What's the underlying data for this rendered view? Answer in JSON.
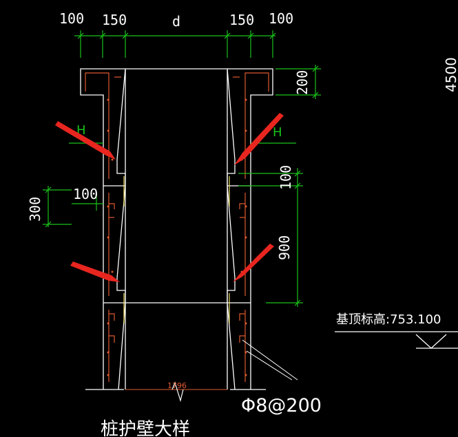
{
  "drawing": {
    "top_dims": [
      "100",
      "150",
      "d",
      "150",
      "100"
    ],
    "right_dims": {
      "cap_height": "200",
      "joint": "100",
      "segment": "900"
    },
    "left_dims": {
      "overlap": "300",
      "joint": "100"
    },
    "level_marks": [
      "H",
      "H"
    ],
    "elevation_label": "基顶标高:753.100",
    "rebar_label": "Φ8@200",
    "bottom_dim": "1796",
    "title": "桩护壁大样",
    "edge_text": "4500",
    "colors": {
      "concrete_line": "#ffffff",
      "dimension": "#19c219",
      "rebar": "#e05a30",
      "arrow": "#e8261f",
      "accent": "#f0e060"
    }
  }
}
